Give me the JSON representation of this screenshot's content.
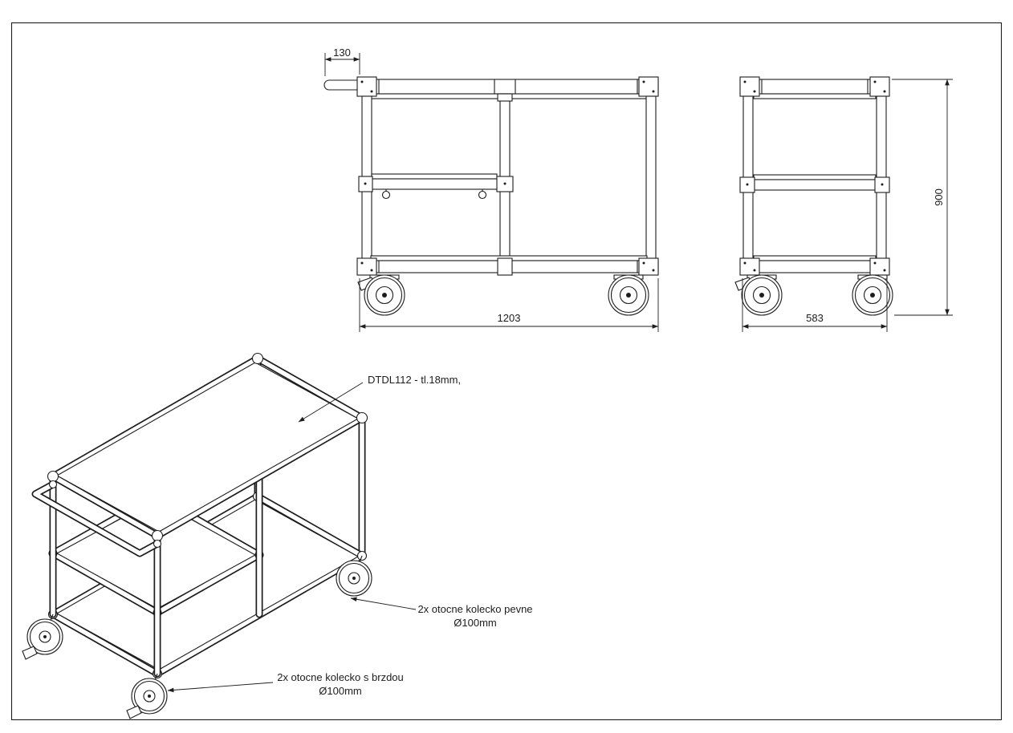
{
  "colors": {
    "ink": "#1d1d1d",
    "paper": "#ffffff"
  },
  "dimensions": {
    "handle_extension_mm": "130",
    "overall_length_mm": "1203",
    "overall_width_mm": "583",
    "overall_height_mm": "900"
  },
  "annotations": {
    "top_shelf": "DTDL112 - tl.18mm,",
    "fixed_casters_line1": "2x otocne kolecko pevne",
    "fixed_casters_line2": "Ø100mm",
    "brake_casters_line1": "2x otocne kolecko s brzdou",
    "brake_casters_line2": "Ø100mm"
  }
}
